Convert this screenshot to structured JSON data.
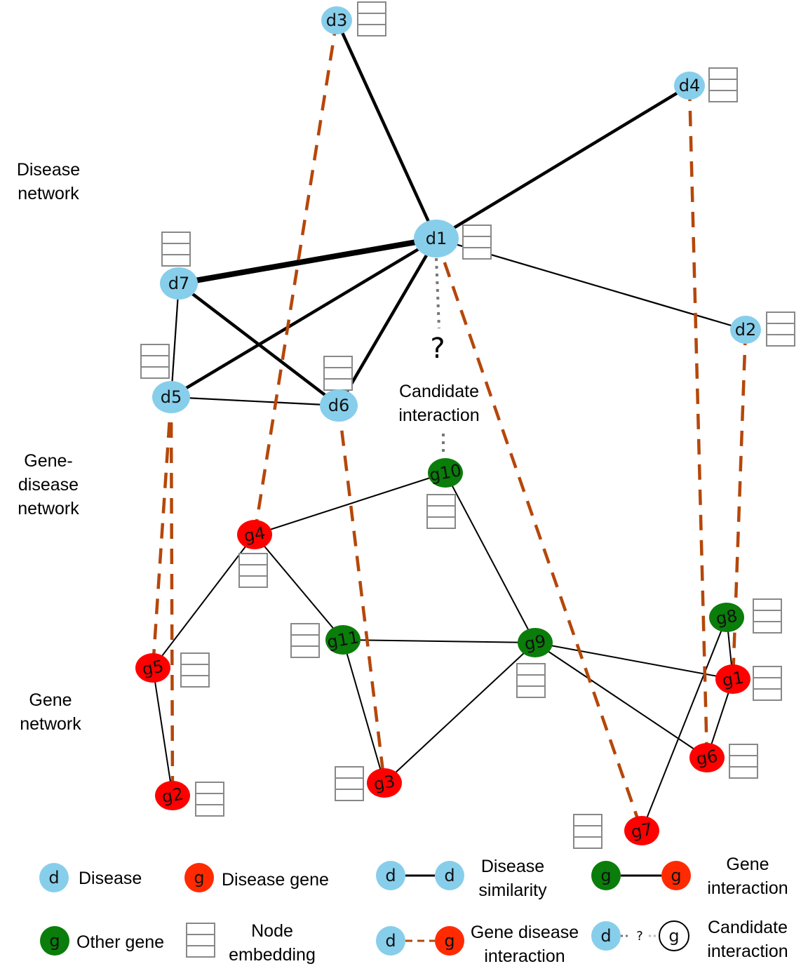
{
  "side_labels": {
    "disease_network": [
      "Disease",
      "network"
    ],
    "gene_disease_network": [
      "Gene-",
      "disease",
      "network"
    ],
    "gene_network": [
      "Gene",
      "network"
    ]
  },
  "candidate": {
    "question_mark": "?",
    "label_lines": [
      "Candidate",
      "interaction"
    ]
  },
  "nodes": [
    {
      "id": "d1",
      "label": "d1",
      "kind": "disease"
    },
    {
      "id": "d2",
      "label": "d2",
      "kind": "disease"
    },
    {
      "id": "d3",
      "label": "d3",
      "kind": "disease"
    },
    {
      "id": "d4",
      "label": "d4",
      "kind": "disease"
    },
    {
      "id": "d5",
      "label": "d5",
      "kind": "disease"
    },
    {
      "id": "d6",
      "label": "d6",
      "kind": "disease"
    },
    {
      "id": "d7",
      "label": "d7",
      "kind": "disease"
    },
    {
      "id": "g1",
      "label": "g1",
      "kind": "disease-gene"
    },
    {
      "id": "g2",
      "label": "g2",
      "kind": "disease-gene"
    },
    {
      "id": "g3",
      "label": "g3",
      "kind": "disease-gene"
    },
    {
      "id": "g4",
      "label": "g4",
      "kind": "disease-gene"
    },
    {
      "id": "g5",
      "label": "g5",
      "kind": "disease-gene"
    },
    {
      "id": "g6",
      "label": "g6",
      "kind": "disease-gene"
    },
    {
      "id": "g7",
      "label": "g7",
      "kind": "disease-gene"
    },
    {
      "id": "g8",
      "label": "g8",
      "kind": "other-gene"
    },
    {
      "id": "g9",
      "label": "g9",
      "kind": "other-gene"
    },
    {
      "id": "g10",
      "label": "g10",
      "kind": "other-gene"
    },
    {
      "id": "g11",
      "label": "g11",
      "kind": "other-gene"
    }
  ],
  "edges": {
    "disease_similarity": [
      {
        "from": "d1",
        "to": "d3",
        "weight": "strong"
      },
      {
        "from": "d1",
        "to": "d4",
        "weight": "strong"
      },
      {
        "from": "d1",
        "to": "d7",
        "weight": "strongest"
      },
      {
        "from": "d1",
        "to": "d2",
        "weight": "weak"
      },
      {
        "from": "d1",
        "to": "d5",
        "weight": "strong"
      },
      {
        "from": "d1",
        "to": "d6",
        "weight": "strong"
      },
      {
        "from": "d7",
        "to": "d6",
        "weight": "strong"
      },
      {
        "from": "d7",
        "to": "d5",
        "weight": "weak"
      },
      {
        "from": "d5",
        "to": "d6",
        "weight": "weak"
      }
    ],
    "gene_interaction": [
      {
        "from": "g4",
        "to": "g10"
      },
      {
        "from": "g4",
        "to": "g5"
      },
      {
        "from": "g4",
        "to": "g11"
      },
      {
        "from": "g10",
        "to": "g9"
      },
      {
        "from": "g11",
        "to": "g9"
      },
      {
        "from": "g11",
        "to": "g3"
      },
      {
        "from": "g9",
        "to": "g3"
      },
      {
        "from": "g9",
        "to": "g1"
      },
      {
        "from": "g9",
        "to": "g6"
      },
      {
        "from": "g5",
        "to": "g2"
      },
      {
        "from": "g8",
        "to": "g1"
      },
      {
        "from": "g8",
        "to": "g7"
      },
      {
        "from": "g1",
        "to": "g6"
      }
    ],
    "gene_disease_interaction": [
      {
        "from": "d3",
        "to": "g4"
      },
      {
        "from": "d4",
        "to": "g6"
      },
      {
        "from": "d2",
        "to": "g1"
      },
      {
        "from": "d1",
        "to": "g7"
      },
      {
        "from": "d6",
        "to": "g3"
      },
      {
        "from": "d5",
        "to": "g5"
      },
      {
        "from": "d5",
        "to": "g2"
      }
    ],
    "candidate_interaction": [
      {
        "from": "d1",
        "to": "g10"
      }
    ]
  },
  "legend": {
    "disease": {
      "symbol": "d",
      "lines": [
        "Disease"
      ]
    },
    "disease_gene": {
      "symbol": "g",
      "lines": [
        "Disease gene"
      ]
    },
    "disease_similarity": {
      "symbol_a": "d",
      "symbol_b": "d",
      "lines": [
        "Disease",
        "similarity"
      ]
    },
    "gene_interaction": {
      "symbol_a": "g",
      "symbol_b": "g",
      "lines": [
        "Gene",
        "interaction"
      ]
    },
    "other_gene": {
      "symbol": "g",
      "lines": [
        "Other gene"
      ]
    },
    "node_embedding": {
      "lines": [
        "Node",
        "embedding"
      ]
    },
    "gene_disease_interaction": {
      "symbol_a": "d",
      "symbol_b": "g",
      "lines": [
        "Gene disease",
        "interaction"
      ]
    },
    "candidate_interaction": {
      "symbol_a": "d",
      "symbol_mid": "?",
      "symbol_b": "g",
      "lines": [
        "Candidate",
        "interaction"
      ]
    }
  },
  "colors": {
    "disease": "#87ceeb",
    "disease_gene": "#ff0000",
    "disease_gene_legend": "#ff2a00",
    "other_gene": "#0a7d0a",
    "gene_disease_edge": "#b5470a",
    "similarity_edge": "#000000",
    "gene_edge": "#000000",
    "candidate_edge": "#777777",
    "embedding_stroke": "#888888"
  }
}
